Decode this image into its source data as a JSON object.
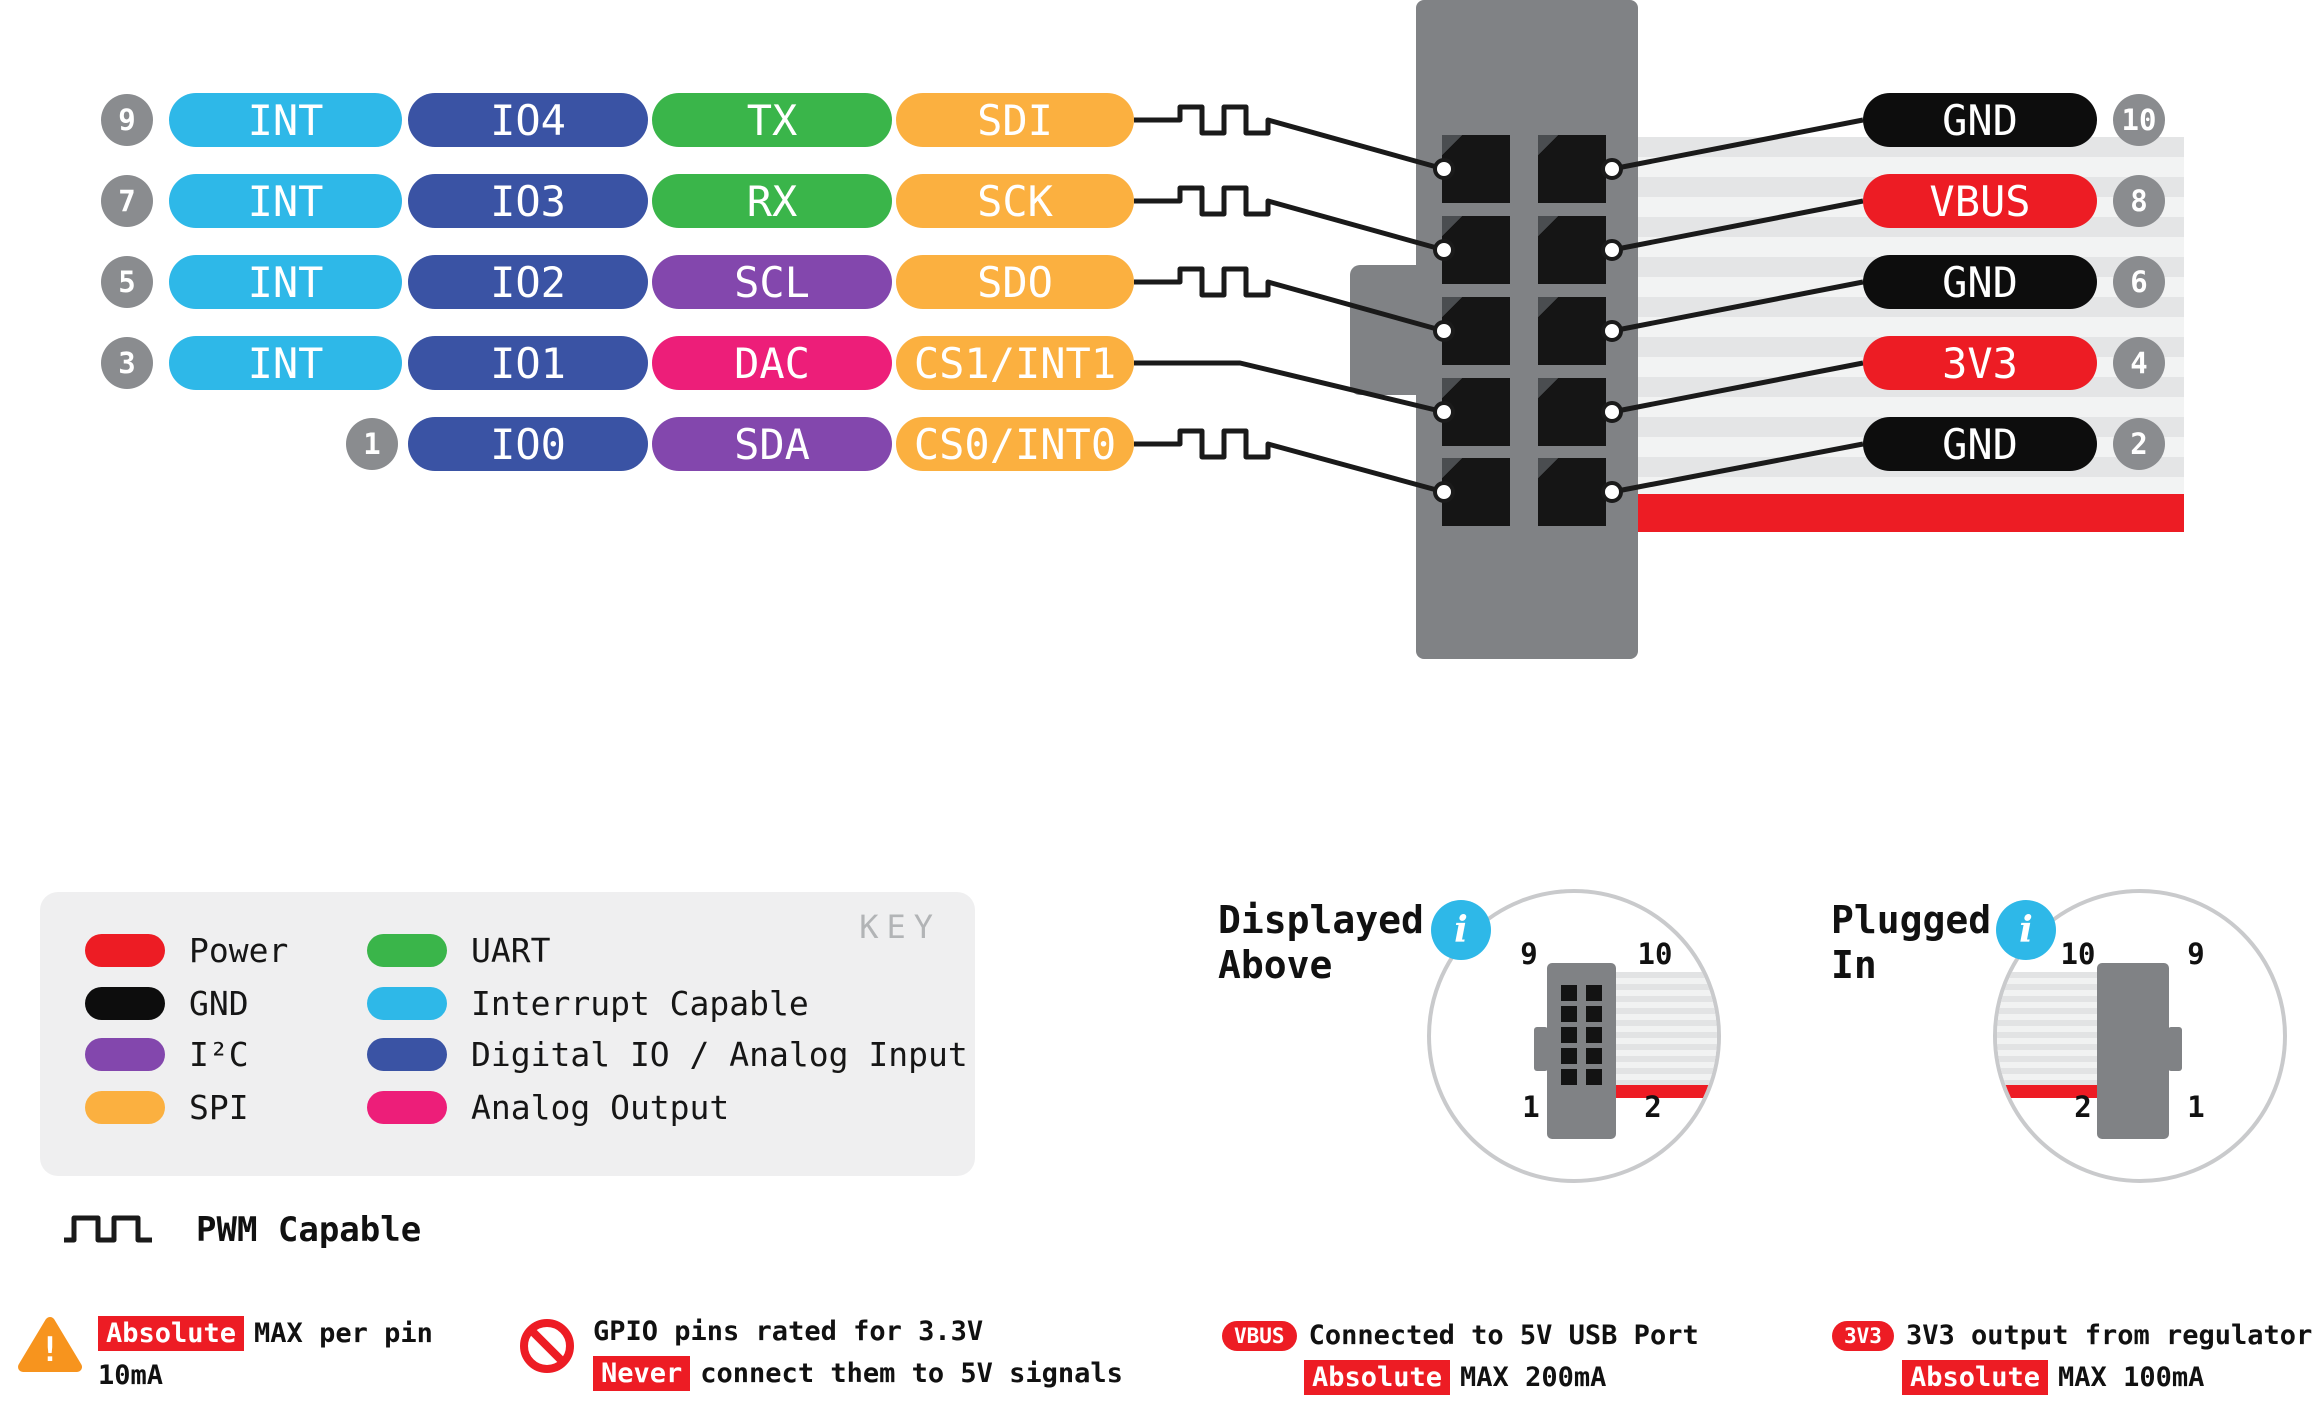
{
  "colors": {
    "power": "#ed1c24",
    "gnd": "#0d0d0d",
    "i2c": "#8347ad",
    "spi": "#fbb040",
    "uart": "#3ab54a",
    "interrupt": "#2eb8e8",
    "digital": "#3a53a4",
    "analog": "#ed1e79",
    "pin_badge": "#8a8c8f",
    "connector_gray": "#808285",
    "ribbon_stripe_red": "#ed1c24",
    "warning_red": "#ed1c24",
    "warning_orange": "#f7941e",
    "info_cyan": "#2eb8e8"
  },
  "pinout": {
    "left_rows": [
      {
        "pin": "9",
        "pwm": true,
        "cells": [
          {
            "label": "INT",
            "type": "interrupt"
          },
          {
            "label": "IO4",
            "type": "digital"
          },
          {
            "label": "TX",
            "type": "uart"
          },
          {
            "label": "SDI",
            "type": "spi"
          }
        ]
      },
      {
        "pin": "7",
        "pwm": true,
        "cells": [
          {
            "label": "INT",
            "type": "interrupt"
          },
          {
            "label": "IO3",
            "type": "digital"
          },
          {
            "label": "RX",
            "type": "uart"
          },
          {
            "label": "SCK",
            "type": "spi"
          }
        ]
      },
      {
        "pin": "5",
        "pwm": true,
        "cells": [
          {
            "label": "INT",
            "type": "interrupt"
          },
          {
            "label": "IO2",
            "type": "digital"
          },
          {
            "label": "SCL",
            "type": "i2c"
          },
          {
            "label": "SDO",
            "type": "spi"
          }
        ]
      },
      {
        "pin": "3",
        "pwm": false,
        "cells": [
          {
            "label": "INT",
            "type": "interrupt"
          },
          {
            "label": "IO1",
            "type": "digital"
          },
          {
            "label": "DAC",
            "type": "analog"
          },
          {
            "label": "CS1/INT1",
            "type": "spi"
          }
        ]
      },
      {
        "pin": "1",
        "pwm": true,
        "cells": [
          {
            "label": "IO0",
            "type": "digital"
          },
          {
            "label": "SDA",
            "type": "i2c"
          },
          {
            "label": "CS0/INT0",
            "type": "spi"
          }
        ]
      }
    ],
    "right_rows": [
      {
        "pin": "10",
        "label": "GND",
        "type": "gnd"
      },
      {
        "pin": "8",
        "label": "VBUS",
        "type": "power"
      },
      {
        "pin": "6",
        "label": "GND",
        "type": "gnd"
      },
      {
        "pin": "4",
        "label": "3V3",
        "type": "power"
      },
      {
        "pin": "2",
        "label": "GND",
        "type": "gnd"
      }
    ]
  },
  "key": {
    "title": "KEY",
    "left": [
      {
        "label": "Power",
        "type": "power"
      },
      {
        "label": "GND",
        "type": "gnd"
      },
      {
        "label": "I²C",
        "type": "i2c"
      },
      {
        "label": "SPI",
        "type": "spi"
      }
    ],
    "right": [
      {
        "label": "UART",
        "type": "uart"
      },
      {
        "label": "Interrupt Capable",
        "type": "interrupt"
      },
      {
        "label": "Digital IO / Analog Input",
        "type": "digital"
      },
      {
        "label": "Analog Output",
        "type": "analog"
      }
    ],
    "pwm_label": "PWM Capable"
  },
  "orientation": {
    "displayed": {
      "title1": "Displayed",
      "title2": "Above",
      "info": "i",
      "tl": "9",
      "tr": "10",
      "bl": "1",
      "br": "2"
    },
    "plugged": {
      "title1": "Plugged",
      "title2": "In",
      "info": "i",
      "tl": "10",
      "tr": "9",
      "bl": "2",
      "br": "1"
    }
  },
  "warnings": {
    "max_pin": {
      "badge": "Absolute",
      "text": "MAX per pin",
      "line2": "10mA"
    },
    "gpio": {
      "line1": "GPIO pins rated for 3.3V",
      "badge": "Never",
      "line2": "connect them to 5V signals"
    },
    "vbus": {
      "pill": "VBUS",
      "line1": "Connected to 5V USB Port",
      "badge": "Absolute",
      "line2": "MAX 200mA"
    },
    "v3": {
      "pill": "3V3",
      "line1": "3V3 output from regulator",
      "badge": "Absolute",
      "line2": "MAX 100mA"
    }
  }
}
